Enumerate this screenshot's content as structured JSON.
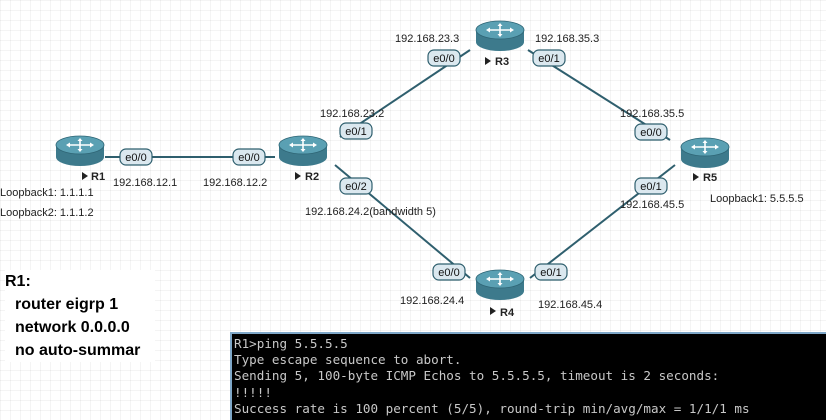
{
  "colors": {
    "router_body": "#3d7a8c",
    "router_top": "#5aa0b3",
    "link": "#2f5f6e",
    "interface_fill": "#dbe8ef",
    "terminal_bg": "#000000",
    "terminal_text": "#c8c8c8"
  },
  "routers": [
    {
      "id": "r1",
      "name": "R1"
    },
    {
      "id": "r2",
      "name": "R2"
    },
    {
      "id": "r3",
      "name": "R3"
    },
    {
      "id": "r4",
      "name": "R4"
    },
    {
      "id": "r5",
      "name": "R5"
    }
  ],
  "links": [
    {
      "id": "r1-r2",
      "from": "r1",
      "to": "r2",
      "from_if": "e0/0",
      "to_if": "e0/0",
      "from_ip": "192.168.12.1",
      "to_ip": "192.168.12.2"
    },
    {
      "id": "r2-r3",
      "from": "r2",
      "to": "r3",
      "from_if": "e0/1",
      "to_if": "e0/0",
      "from_ip": "192.168.23.2",
      "to_ip": "192.168.23.3"
    },
    {
      "id": "r3-r5",
      "from": "r3",
      "to": "r5",
      "from_if": "e0/1",
      "to_if": "e0/0",
      "from_ip": "192.168.35.3",
      "to_ip": "192.168.35.5"
    },
    {
      "id": "r2-r4",
      "from": "r2",
      "to": "r4",
      "from_if": "e0/2",
      "to_if": "e0/0",
      "from_ip": "192.168.24.2(bandwidth 5)",
      "to_ip": "192.168.24.4"
    },
    {
      "id": "r4-r5",
      "from": "r4",
      "to": "r5",
      "from_if": "e0/1",
      "to_if": "e0/1",
      "from_ip": "192.168.45.4",
      "to_ip": "192.168.45.5"
    }
  ],
  "loopbacks": {
    "r1_lo1": "Loopback1: 1.1.1.1",
    "r1_lo2": "Loopback2: 1.1.1.2",
    "r5_lo1": "Loopback1: 5.5.5.5"
  },
  "notes": {
    "title": "R1:",
    "lines": [
      "router eigrp 1",
      "network 0.0.0.0",
      "no auto-summar"
    ]
  },
  "terminal": {
    "lines": [
      "R1>ping 5.5.5.5",
      "Type escape sequence to abort.",
      "Sending 5, 100-byte ICMP Echos to 5.5.5.5, timeout is 2 seconds:",
      "!!!!!",
      "Success rate is 100 percent (5/5), round-trip min/avg/max = 1/1/1 ms"
    ]
  }
}
